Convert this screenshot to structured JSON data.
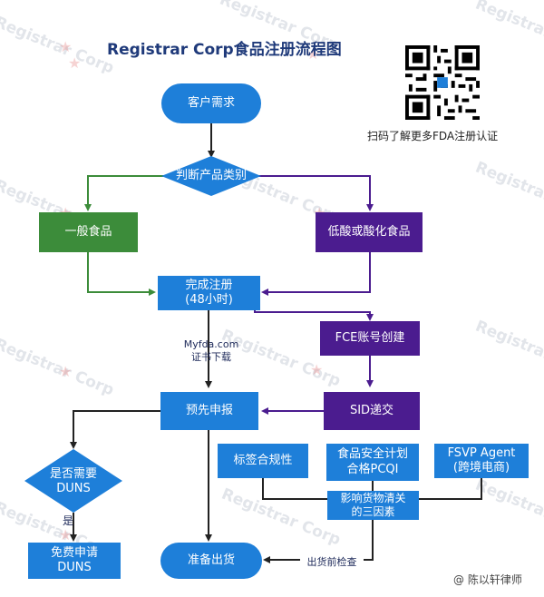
{
  "title": "Registrar Corp食品注册流程图",
  "watermark": "Registrar Corp",
  "qr_caption": "扫码了解更多FDA注册认证",
  "nodes": {
    "start": "客户需求",
    "decision_category": "判断产品类别",
    "general_food": "一般食品",
    "acidified_food": "低酸或酸化食品",
    "complete_registration": "完成注册\n(48小时)",
    "fce": "FCE账号创建",
    "sid": "SID递交",
    "prior_notice": "预先申报",
    "decision_duns": "是否需要\nDUNS",
    "free_duns": "免费申请\nDUNS",
    "ready_ship": "准备出货",
    "label_compliance": "标签合规性",
    "pcqi": "食品安全计划\n合格PCQI",
    "fsvp": "FSVP Agent\n(跨境电商)",
    "three_factors": "影响货物清关\n的三因素"
  },
  "edge_labels": {
    "myfda": "Myfda.com\n证书下载",
    "yes": "是",
    "pre_ship_check": "出货前检查"
  },
  "attribution": "@ 陈以轩律师",
  "colors": {
    "blue": "#1e7fd9",
    "green": "#3c8c3a",
    "purple": "#4b1c8f",
    "arrow_dark": "#222222",
    "arrow_green": "#3c8c3a",
    "arrow_purple": "#4b1c8f",
    "title": "#1f3a7a"
  }
}
